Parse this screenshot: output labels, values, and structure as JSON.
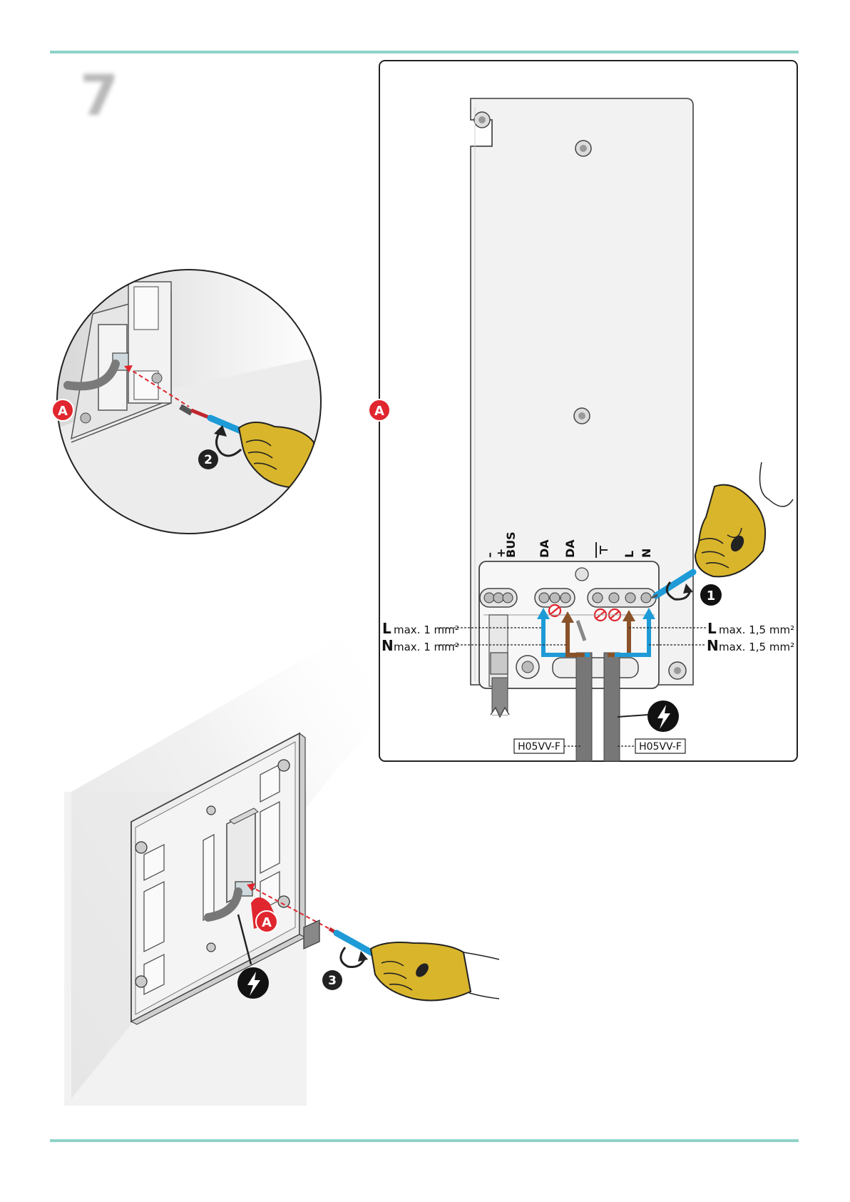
{
  "step": "7",
  "callouts": {
    "detail": "A",
    "steps": [
      "1",
      "2",
      "3"
    ]
  },
  "terminals": [
    "–",
    "+",
    "BUS",
    "DA",
    "DA",
    "L",
    "N"
  ],
  "wire_specs": {
    "left_L": {
      "letter": "L",
      "text": "max. 1 mm²"
    },
    "left_N": {
      "letter": "N",
      "text": "max. 1 mm²"
    },
    "right_L": {
      "letter": "L",
      "text": "max. 1,5 mm²"
    },
    "right_N": {
      "letter": "N",
      "text": "max. 1,5 mm²"
    }
  },
  "cable_type": "H05VV-F",
  "colors": {
    "rule": "#8fd3c8",
    "callout": "#e0262e",
    "glove": "#d9b52b",
    "blue_wire": "#1e9bd7",
    "brown_wire": "#8a5228"
  },
  "icons": [
    "high-voltage-icon",
    "no-entry-icon",
    "ground-symbol-icon",
    "rotate-arrow-icon"
  ]
}
